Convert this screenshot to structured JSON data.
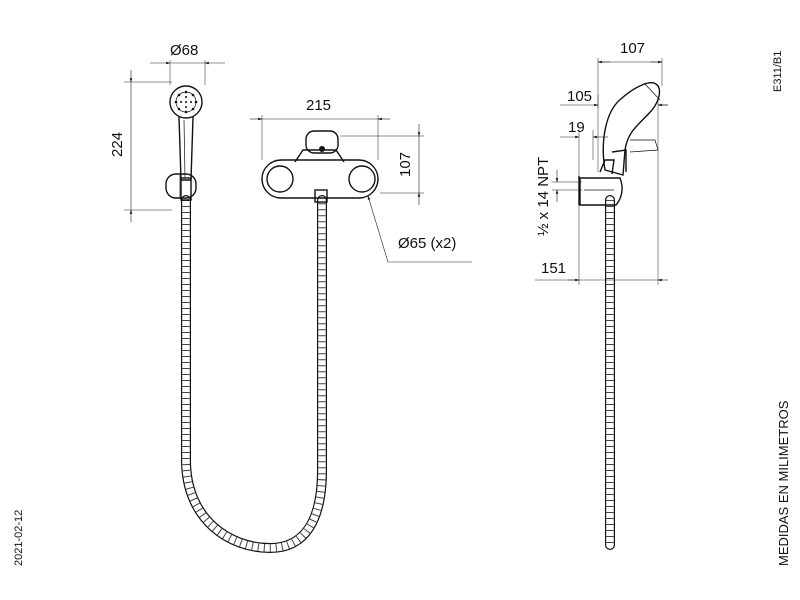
{
  "dimensions": {
    "head_diameter": "Ø68",
    "height_224": "224",
    "width_215": "215",
    "height_107_front": "107",
    "flange": "Ø65 (x2)",
    "depth_107_side": "107",
    "depth_105": "105",
    "offset_19": "19",
    "thread": "½ x 14 NPT",
    "depth_151": "151"
  },
  "labels": {
    "code": "E311/B1",
    "units_note": "MEDIDAS EN MILIMETROS",
    "date": "2021-02-12"
  }
}
